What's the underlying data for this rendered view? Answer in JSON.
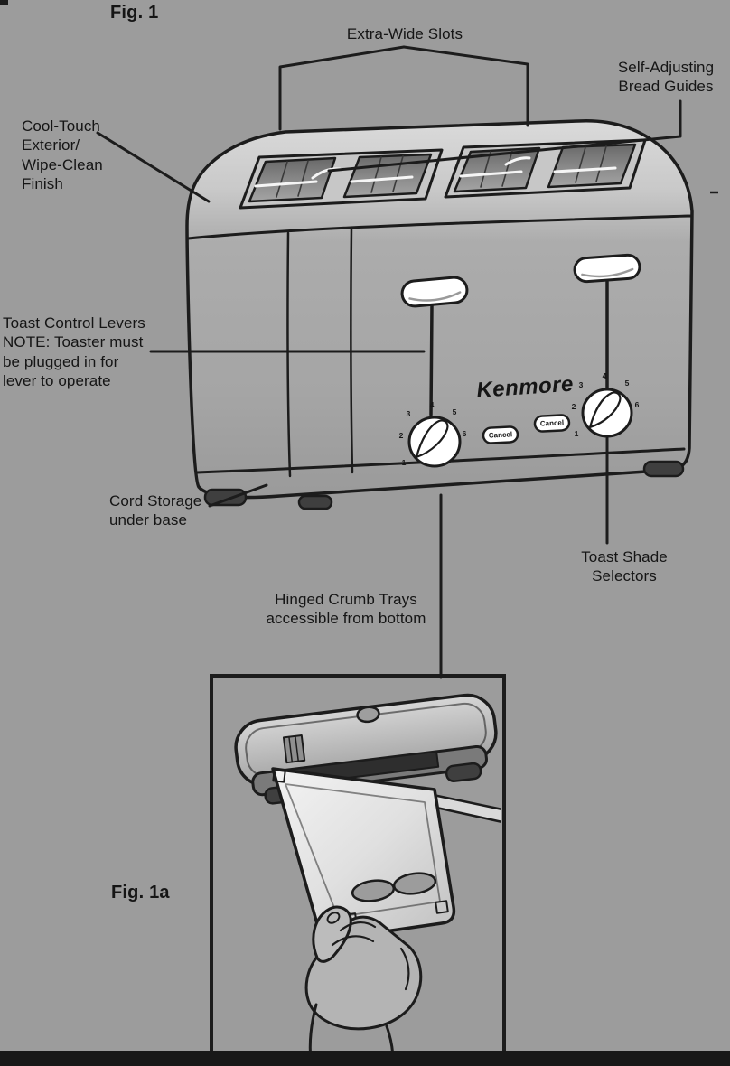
{
  "page": {
    "background": "#9c9c9c",
    "ink": "#1c1c1c"
  },
  "figure1": {
    "title": "Fig. 1",
    "brand": "Kenmore",
    "cancel_label": "Cancel",
    "labels": {
      "extra_wide_slots": "Extra-Wide Slots",
      "self_adjusting_bread_guides": "Self-Adjusting\nBread Guides",
      "cool_touch": "Cool-Touch\nExterior/\nWipe-Clean\nFinish",
      "toast_control": "Toast Control Levers\nNOTE: Toaster must\nbe plugged in for\nlever to operate",
      "cord_storage": "Cord Storage\nunder base",
      "toast_shade": "Toast Shade\nSelectors",
      "hinged_crumb": "Hinged Crumb Trays\naccessible from bottom"
    },
    "dial_numbers": [
      "1",
      "2",
      "3",
      "4",
      "5",
      "6"
    ]
  },
  "figure1a": {
    "title": "Fig. 1a"
  }
}
